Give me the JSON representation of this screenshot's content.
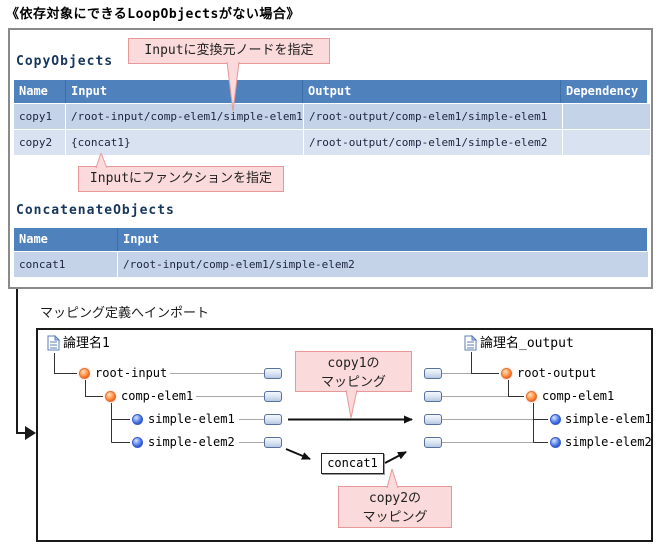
{
  "title": "《依存対象にできるLoopObjectsがない場合》",
  "colors": {
    "table_header": "#4F81BD",
    "row_dark": "#C5D3E8",
    "row_light": "#D9E2F1",
    "heading_navy": "#17365D",
    "callout_bg": "#FADADA",
    "callout_border": "#E89898",
    "panel_border_gray": "#8A8A8A",
    "panel_border_black": "#1A1A1A"
  },
  "icons": {
    "document": "document-icon",
    "element_node_orange": "element-node-icon",
    "leaf_node_blue": "leaf-node-icon",
    "mapping_port": "mapping-port-icon"
  },
  "top_panel": {
    "callout_input_node": "Inputに変換元ノードを指定",
    "callout_input_function": "Inputにファンクションを指定",
    "copy_table": {
      "heading": "CopyObjects",
      "headers": [
        "Name",
        "Input",
        "Output",
        "Dependency"
      ],
      "rows": [
        [
          "copy1",
          "/root-input/comp-elem1/simple-elem1",
          "/root-output/comp-elem1/simple-elem1",
          ""
        ],
        [
          "copy2",
          "{concat1}",
          "/root-output/comp-elem1/simple-elem2",
          ""
        ]
      ]
    },
    "concat_table": {
      "heading": "ConcatenateObjects",
      "headers": [
        "Name",
        "Input"
      ],
      "rows": [
        [
          "concat1",
          "/root-input/comp-elem1/simple-elem2"
        ]
      ]
    }
  },
  "bottom_panel": {
    "label": "マッピング定義へインポート",
    "left_tree": {
      "root": "論理名1",
      "nodes": [
        "root-input",
        "comp-elem1",
        "simple-elem1",
        "simple-elem2"
      ]
    },
    "right_tree": {
      "root": "論理名_output",
      "nodes": [
        "root-output",
        "comp-elem1",
        "simple-elem1",
        "simple-elem2"
      ]
    },
    "callout_copy1": {
      "line1": "copy1の",
      "line2": "マッピング"
    },
    "callout_copy2": {
      "line1": "copy2の",
      "line2": "マッピング"
    },
    "function_box": "concat1"
  }
}
